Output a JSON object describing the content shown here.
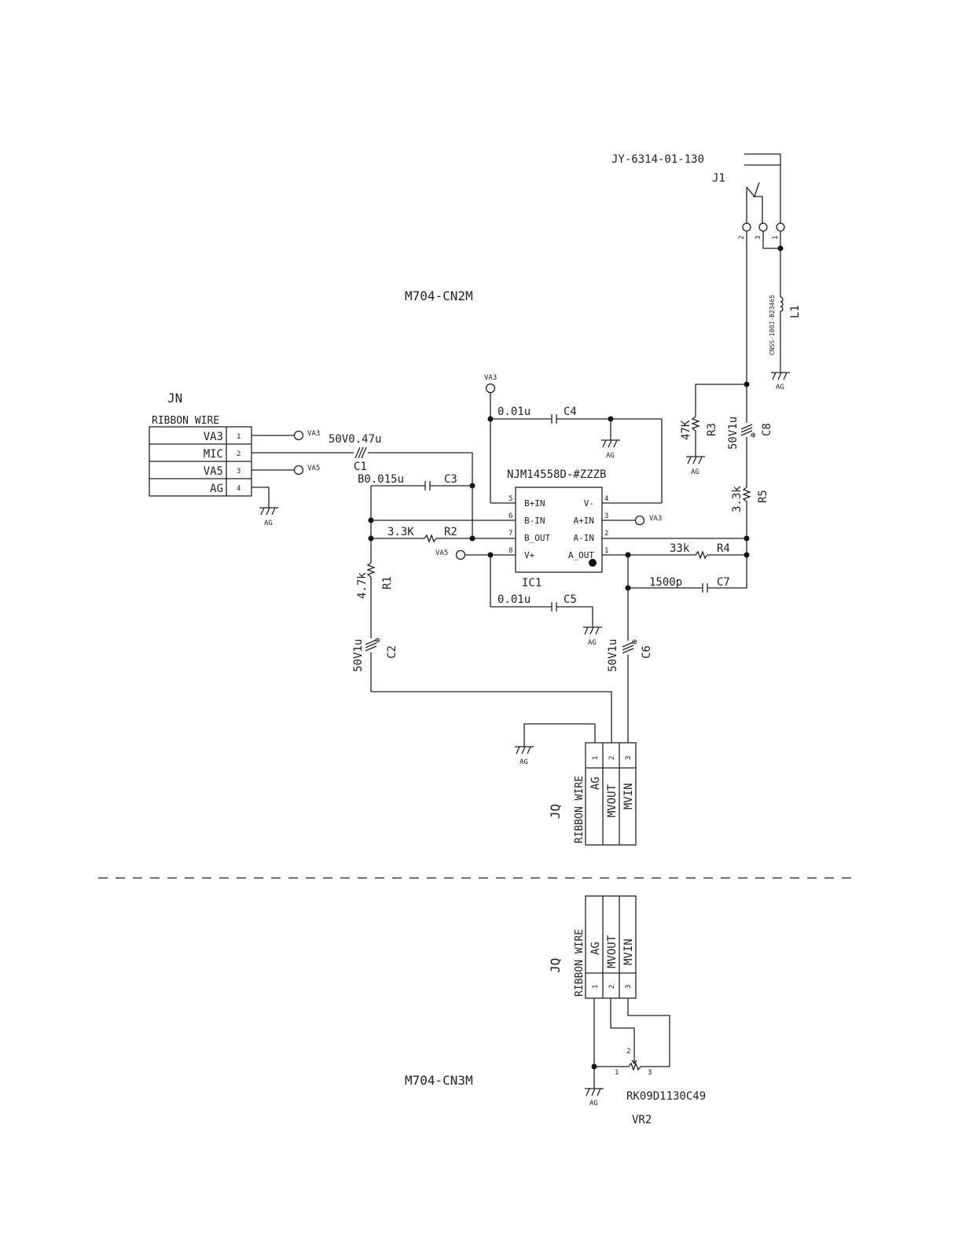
{
  "boards": {
    "upper": "M704-CN2M",
    "lower": "M704-CN3M"
  },
  "ribbon_label": "RIBBON WIRE",
  "jn": {
    "ref": "JN",
    "pins": [
      {
        "name": "VA3",
        "num": "1"
      },
      {
        "name": "MIC",
        "num": "2"
      },
      {
        "name": "VA5",
        "num": "3"
      },
      {
        "name": "AG",
        "num": "4"
      }
    ]
  },
  "jq": {
    "ref": "JQ",
    "pins": [
      {
        "name": "AG",
        "num": "1"
      },
      {
        "name": "MVOUT",
        "num": "2"
      },
      {
        "name": "MVIN",
        "num": "3"
      }
    ]
  },
  "j1": {
    "part": "JY-6314-01-130",
    "ref": "J1",
    "pins": [
      "2",
      "3",
      "1"
    ]
  },
  "l1": {
    "ref": "L1",
    "part": "CNSS-100J-B23465"
  },
  "ic1": {
    "ref": "IC1",
    "part": "NJM14558D-#ZZZB",
    "pins": [
      {
        "num": "5",
        "name": "B+IN"
      },
      {
        "num": "6",
        "name": "B-IN"
      },
      {
        "num": "7",
        "name": "B_OUT"
      },
      {
        "num": "8",
        "name": "V+"
      },
      {
        "num": "4",
        "name": "V-"
      },
      {
        "num": "3",
        "name": "A+IN"
      },
      {
        "num": "2",
        "name": "A-IN"
      },
      {
        "num": "1",
        "name": "A_OUT"
      }
    ]
  },
  "components": {
    "c1": {
      "ref": "C1",
      "value": "50V0.47u"
    },
    "c2": {
      "ref": "C2",
      "value": "50V1u"
    },
    "c3": {
      "ref": "C3",
      "value": "B0.015u"
    },
    "c4": {
      "ref": "C4",
      "value": "0.01u"
    },
    "c5": {
      "ref": "C5",
      "value": "0.01u"
    },
    "c6": {
      "ref": "C6",
      "value": "50V1u"
    },
    "c7": {
      "ref": "C7",
      "value": "1500p"
    },
    "c8": {
      "ref": "C8",
      "value": "50V1u"
    },
    "r1": {
      "ref": "R1",
      "value": "4.7k"
    },
    "r2": {
      "ref": "R2",
      "value": "3.3K"
    },
    "r3": {
      "ref": "R3",
      "value": "47K"
    },
    "r4": {
      "ref": "R4",
      "value": "33k"
    },
    "r5": {
      "ref": "R5",
      "value": "3.3k"
    }
  },
  "vr2": {
    "ref": "VR2",
    "part": "RK09D1130C49",
    "pins": [
      "1",
      "2",
      "3"
    ]
  },
  "nets": {
    "va3": "VA3",
    "va5": "VA5",
    "ag": "AG"
  },
  "symbols": {
    "plus": "⊕"
  }
}
